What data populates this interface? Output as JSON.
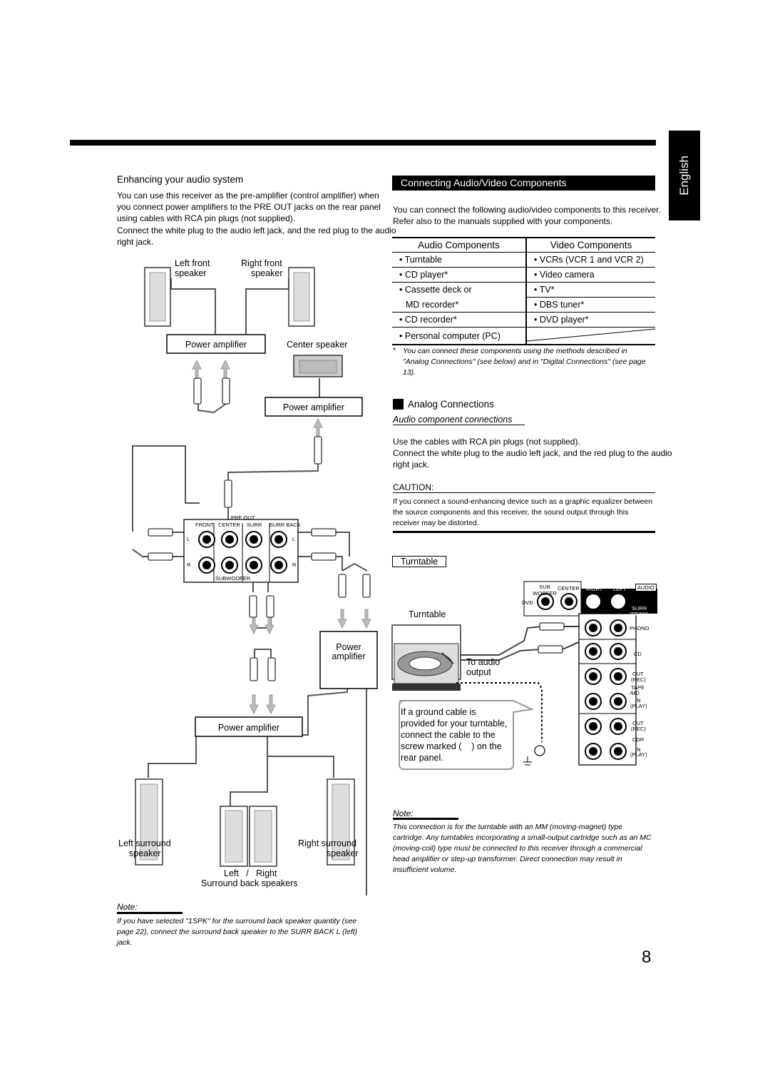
{
  "language_tab": "English",
  "page_number": "8",
  "left": {
    "heading": "Enhancing your audio system",
    "paragraph1": "You can use this receiver as the pre-amplifier (control amplifier) when you connect power amplifiers to the PRE OUT jacks on the rear panel using cables with RCA pin plugs (not supplied).",
    "paragraph2": "Connect the white plug to the audio left jack, and the red plug to the audio right jack.",
    "diagram": {
      "left_front": "Left front",
      "right_front": "Right front",
      "speaker": "speaker",
      "power_amplifier": "Power amplifier",
      "center_speaker": "Center speaker",
      "power": "Power",
      "amplifier": "amplifier",
      "pre_out": "PRE OUT",
      "front": "FRONT",
      "center": "CENTER",
      "surr": "SURR",
      "surr_back": "SURR BACK",
      "subwoofer": "SUBWOOFER",
      "l": "L",
      "r": "R",
      "left_surround": "Left surround",
      "right_surround": "Right surround",
      "left_right": "Left   /   Right",
      "surround_back": "Surround back speakers"
    },
    "note_title": "Note:",
    "note_text": "If you have selected \"1SPK\" for the surround back speaker quantity (see page 22), connect the surround back speaker to the SURR BACK L (left) jack."
  },
  "right": {
    "section_title": "Connecting Audio/Video Components",
    "intro": "You can connect the following audio/video components to this receiver. Refer also to the manuals supplied with your components.",
    "table": {
      "headers": [
        "Audio Components",
        "Video Components"
      ],
      "rows": [
        [
          "Turntable",
          "VCRs (VCR 1 and VCR 2)"
        ],
        [
          "CD player*",
          "Video camera"
        ],
        [
          "Cassette deck or",
          "TV*"
        ],
        [
          "MD recorder*",
          "DBS tuner*"
        ],
        [
          "CD recorder*",
          "DVD player*"
        ],
        [
          "Personal computer (PC)",
          ""
        ]
      ]
    },
    "footnote_mark": "*",
    "footnote": "You can connect these components using the methods described in \"Analog Connections\" (see below) and in \"Digital Connections\" (see page 13).",
    "analog_heading": "Analog Connections",
    "audio_component_connections": "Audio component connections",
    "para1": "Use the cables with RCA pin plugs (not supplied).",
    "para2": "Connect the white plug to the audio left jack, and the red plug to the audio right jack.",
    "caution_title": "CAUTION:",
    "caution_text": "If you connect a sound-enhancing device such as a graphic equalizer between the source components and this receiver, the sound output through this receiver may be distorted.",
    "turntable_box": "Turntable",
    "diagram": {
      "turntable": "Turntable",
      "to_audio": "To audio",
      "output": "output",
      "ground_callout": [
        "If a ground cable is",
        "provided for your turntable,",
        "connect the cable to the",
        "screw marked (    ) on the",
        "rear panel."
      ],
      "sub_woofer": "SUB WOOFER",
      "center": "CENTER",
      "right": "RIGHT",
      "left": "LEFT",
      "audio": "AUDIO",
      "dvd": "DVD",
      "surr": "SURR",
      "rear": "(REAR)",
      "phono": "PHONO",
      "cd": "CD",
      "out": "OUT",
      "rec": "(REC)",
      "tape": "TAPE",
      "md": "MD",
      "in": "IN",
      "play": "(PLAY)",
      "cdr": "CDR"
    },
    "note_title": "Note:",
    "note_text": "This connection is for the turntable with an MM (moving-magnet) type cartridge. Any turntables incorporating a small-output cartridge such as an MC (moving-coil) type must be connected to this receiver through a commercial head amplifier or step-up transformer. Direct connection may result in insufficient volume."
  }
}
